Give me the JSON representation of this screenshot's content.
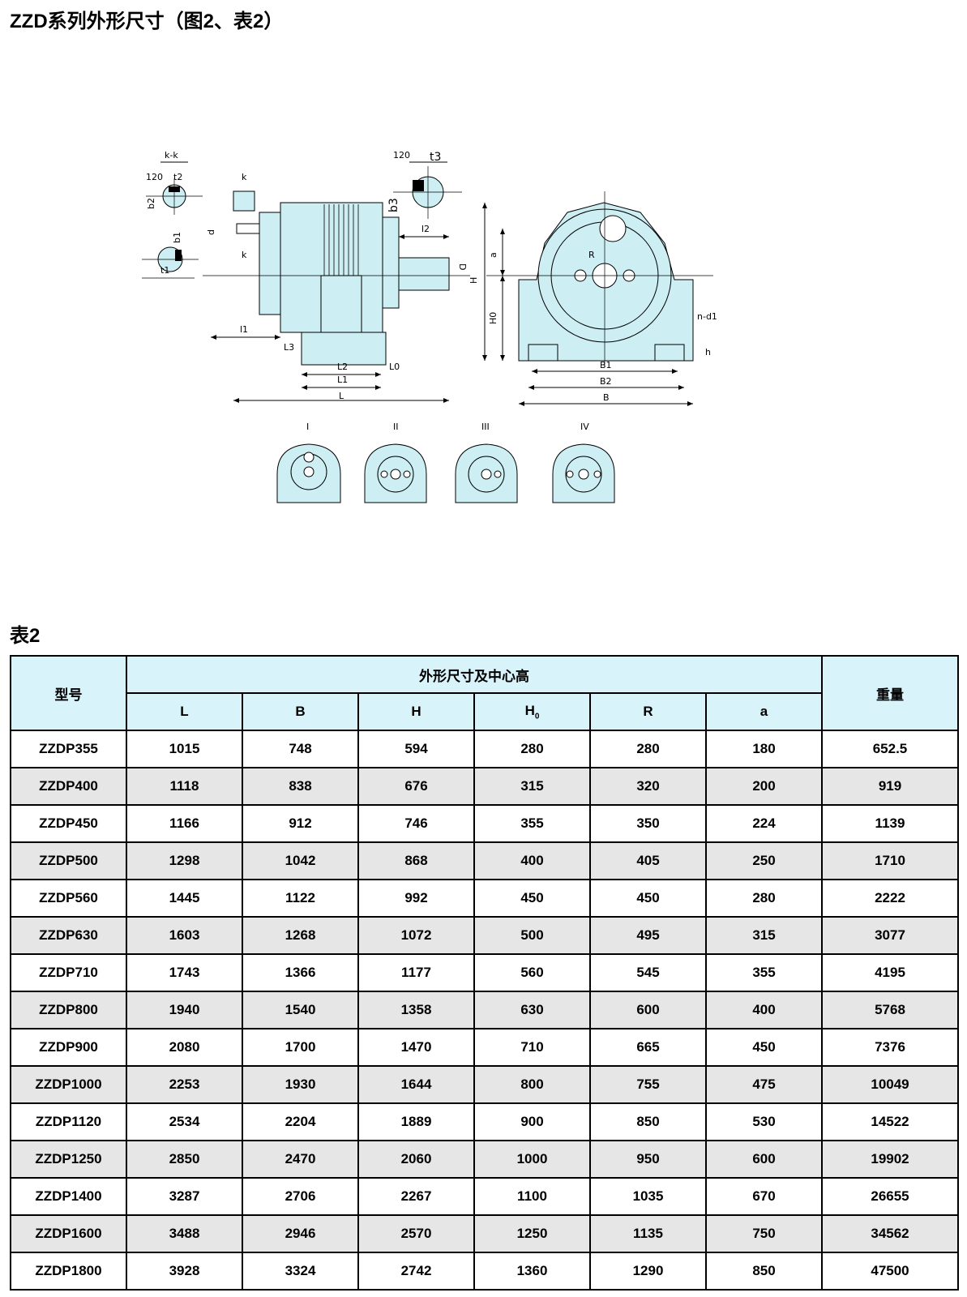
{
  "page_title": "ZZD系列外形尺寸（图2、表2）",
  "figure_labels": {
    "kk": "k-k",
    "a120_left": "120",
    "t2": "t2",
    "b2": "b2",
    "b1": "b1",
    "t1": "t1",
    "a120_right": "120",
    "t3": "t3",
    "b3": "b3",
    "d": "d",
    "k_top": "k",
    "k_bottom": "k",
    "l2": "l2",
    "D": "D",
    "H": "H",
    "l1": "l1",
    "L3": "L3",
    "L2": "L2",
    "L1": "L1",
    "L0": "L0",
    "L": "L",
    "a": "a",
    "R": "R",
    "H0": "H0",
    "nd1": "n-d1",
    "h": "h",
    "B1": "B1",
    "B2": "B2",
    "B": "B",
    "variants": [
      "I",
      "II",
      "III",
      "IV"
    ]
  },
  "table_title": "表2",
  "table": {
    "model_header": "型号",
    "group_header": "外形尺寸及中心高",
    "weight_header": "重量",
    "columns": [
      "L",
      "B",
      "H",
      "H",
      "R",
      "a"
    ],
    "h0_subscript": "0",
    "rows": [
      [
        "ZZDP355",
        "1015",
        "748",
        "594",
        "280",
        "280",
        "180",
        "652.5"
      ],
      [
        "ZZDP400",
        "1118",
        "838",
        "676",
        "315",
        "320",
        "200",
        "919"
      ],
      [
        "ZZDP450",
        "1166",
        "912",
        "746",
        "355",
        "350",
        "224",
        "1139"
      ],
      [
        "ZZDP500",
        "1298",
        "1042",
        "868",
        "400",
        "405",
        "250",
        "1710"
      ],
      [
        "ZZDP560",
        "1445",
        "1122",
        "992",
        "450",
        "450",
        "280",
        "2222"
      ],
      [
        "ZZDP630",
        "1603",
        "1268",
        "1072",
        "500",
        "495",
        "315",
        "3077"
      ],
      [
        "ZZDP710",
        "1743",
        "1366",
        "1177",
        "560",
        "545",
        "355",
        "4195"
      ],
      [
        "ZZDP800",
        "1940",
        "1540",
        "1358",
        "630",
        "600",
        "400",
        "5768"
      ],
      [
        "ZZDP900",
        "2080",
        "1700",
        "1470",
        "710",
        "665",
        "450",
        "7376"
      ],
      [
        "ZZDP1000",
        "2253",
        "1930",
        "1644",
        "800",
        "755",
        "475",
        "10049"
      ],
      [
        "ZZDP1120",
        "2534",
        "2204",
        "1889",
        "900",
        "850",
        "530",
        "14522"
      ],
      [
        "ZZDP1250",
        "2850",
        "2470",
        "2060",
        "1000",
        "950",
        "600",
        "19902"
      ],
      [
        "ZZDP1400",
        "3287",
        "2706",
        "2267",
        "1100",
        "1035",
        "670",
        "26655"
      ],
      [
        "ZZDP1600",
        "3488",
        "2946",
        "2570",
        "1250",
        "1135",
        "750",
        "34562"
      ],
      [
        "ZZDP1800",
        "3928",
        "3324",
        "2742",
        "1360",
        "1290",
        "850",
        "47500"
      ]
    ]
  },
  "colors": {
    "fill": "#cdeef2",
    "header_bg": "#d8f4fa",
    "row_alt": "#e6e6e6",
    "line": "#000000"
  }
}
